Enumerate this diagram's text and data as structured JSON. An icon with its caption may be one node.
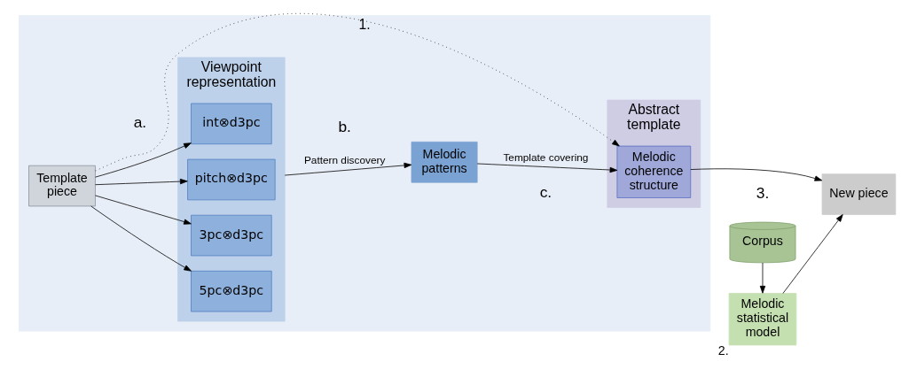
{
  "diagram": {
    "nodes": [
      {
        "text": [
          "1."
        ]
      },
      {
        "text": [
          "Template piece"
        ],
        "in": 0
      },
      {
        "text": [
          "Viewpoint representation"
        ],
        "in": 0
      },
      {
        "text": [
          "pitch⊗d3pc"
        ],
        "in": 2
      },
      {
        "text": [
          "int⊗d3pc"
        ],
        "in": 2
      },
      {
        "text": [
          "5pc⊗d3pc"
        ],
        "in": 2
      },
      {
        "text": [
          "3pc⊗d3pc"
        ],
        "in": 2
      },
      {
        "text": [
          "Melodic patterns"
        ],
        "in": 0
      },
      {
        "text": [
          "Abstract template"
        ],
        "in": 0
      },
      {
        "text": [
          "Melodic coherence structure"
        ],
        "in": 8
      },
      {
        "text": [
          "Corpus"
        ]
      },
      {
        "text": [
          "Melodic statistical model"
        ],
        "beside": [
          "2."
        ]
      },
      {
        "text": [
          "New piece"
        ]
      }
    ],
    "edges": [
      {
        "from": 1,
        "to": 3,
        "arrow": "to"
      },
      {
        "from": 1,
        "to": 4,
        "arrow": "to"
      },
      {
        "from": 1,
        "to": 5,
        "arrow": "to"
      },
      {
        "from": 1,
        "to": 6,
        "arrow": "to"
      },
      {
        "from": 2,
        "to": 7,
        "arrow": "to",
        "label": "Pattern discovery"
      },
      {
        "from": 7,
        "to": 9,
        "arrow": "to",
        "label": "Template covering"
      },
      {
        "from": 1,
        "to": 9,
        "arrow": "to",
        "style": "dashed"
      },
      {
        "from": 10,
        "to": 11,
        "arrow": "to"
      },
      {
        "from": 9,
        "to": 12,
        "arrow": "to"
      },
      {
        "from": 11,
        "to": 12,
        "arrow": "to"
      }
    ],
    "labels": [
      "a.",
      "b.",
      "c.",
      "3."
    ]
  }
}
